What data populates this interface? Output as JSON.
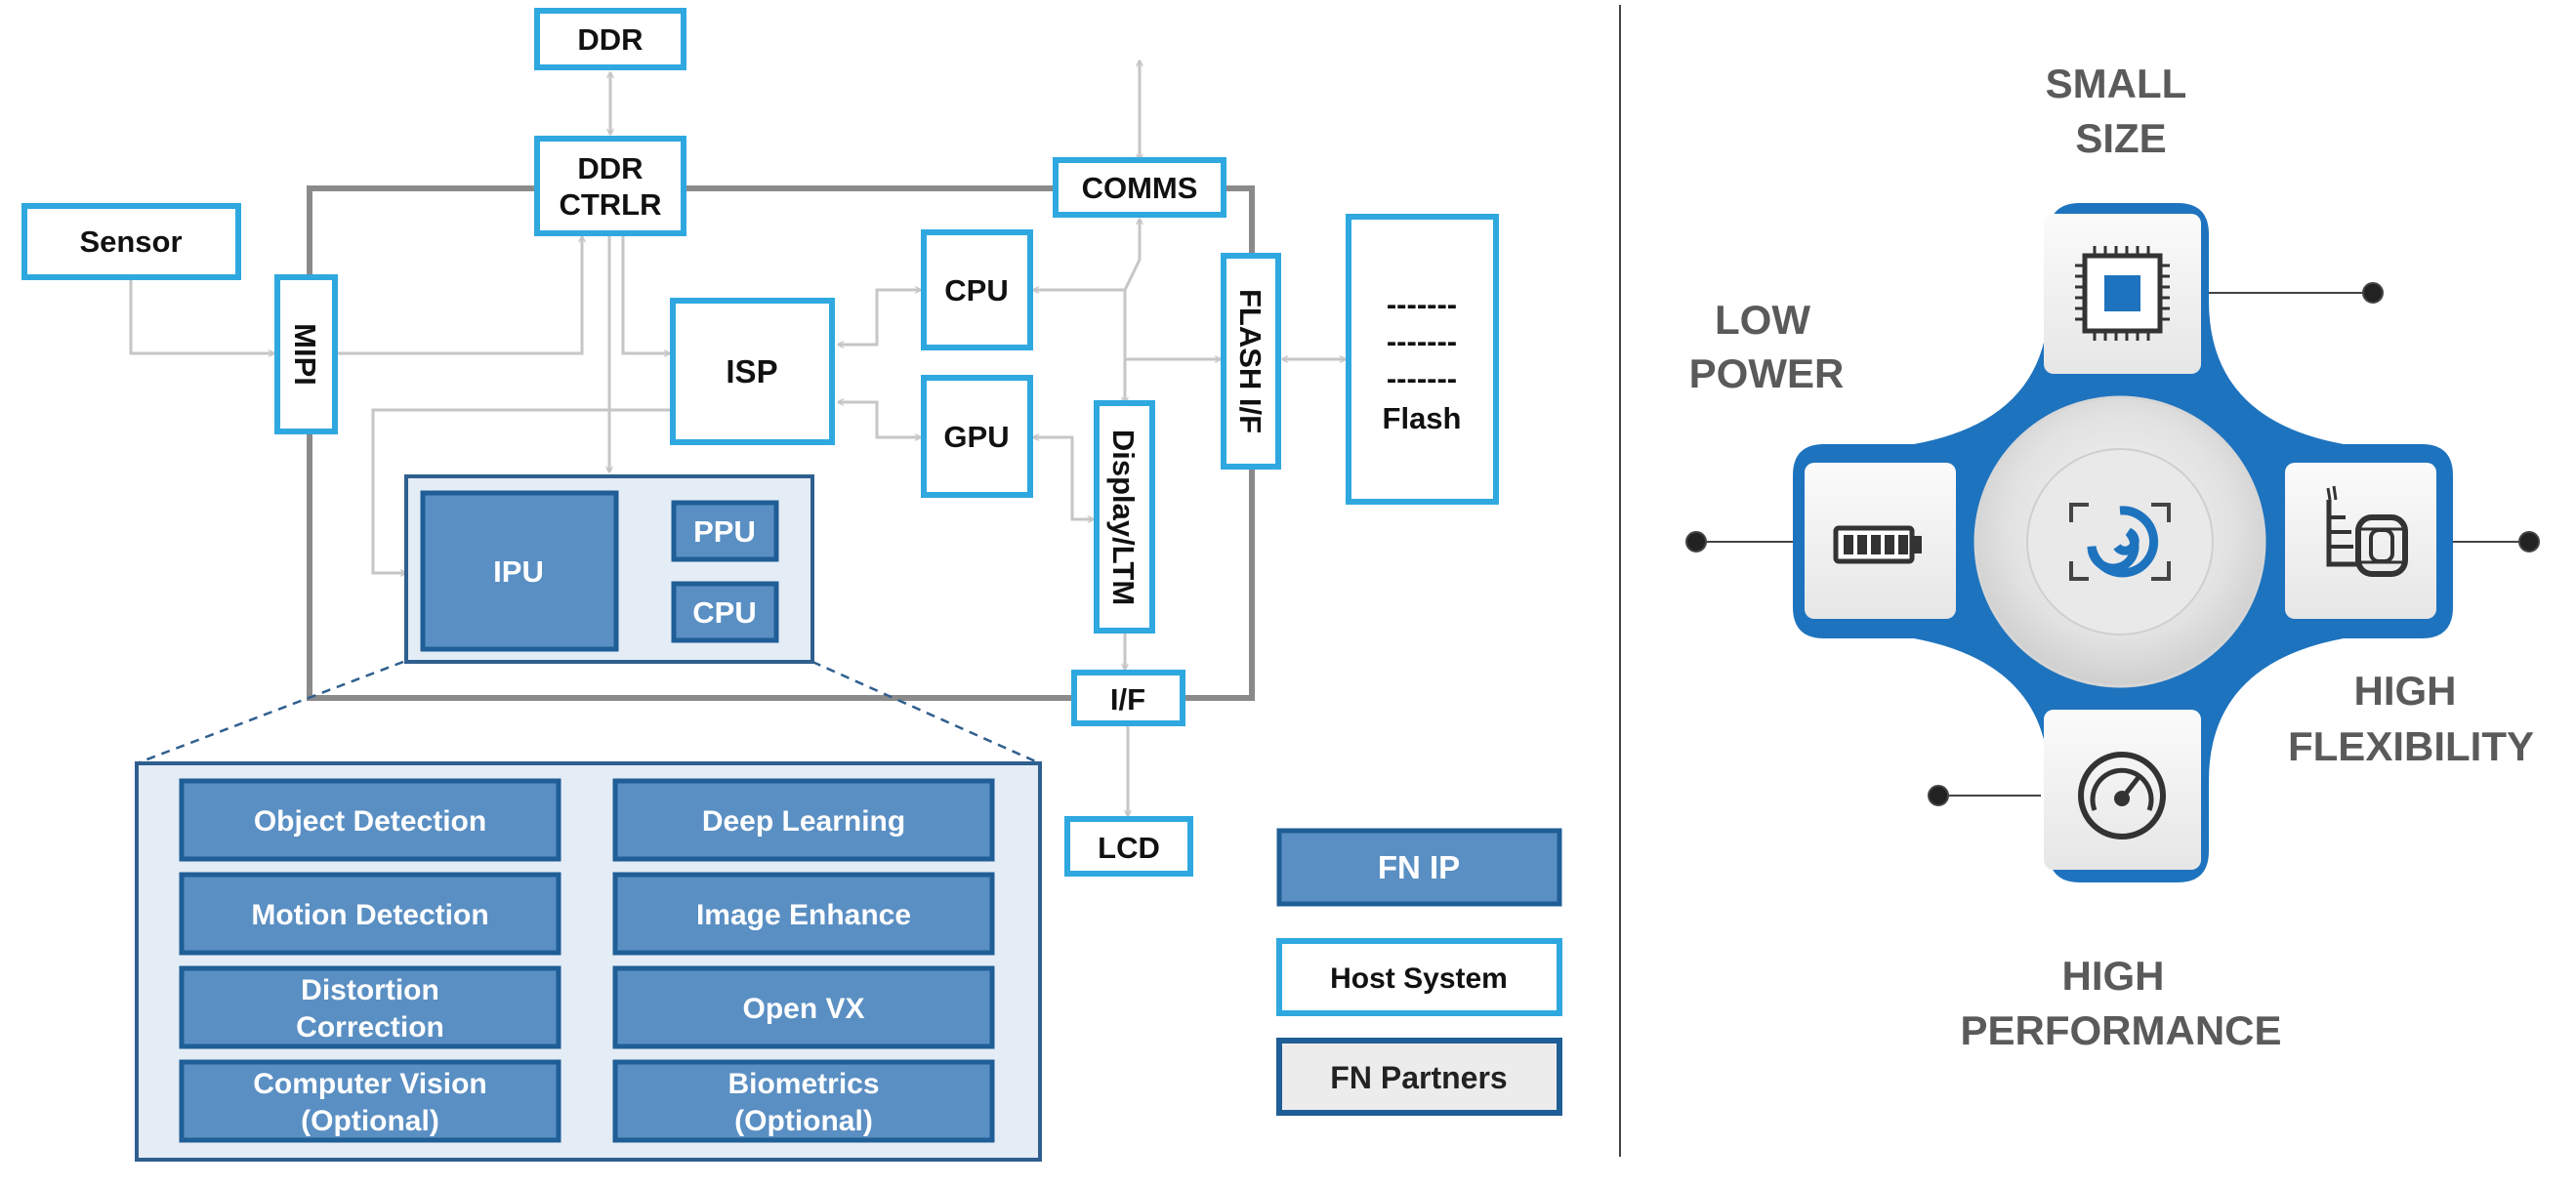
{
  "block_diagram": {
    "ddr": "DDR",
    "ddr_ctrlr": [
      "DDR",
      "CTRLR"
    ],
    "sensor": "Sensor",
    "mipi": "MIPI",
    "isp": "ISP",
    "cpu_host": "CPU",
    "gpu": "GPU",
    "comms": "COMMS",
    "flash_if": "FLASH I/F",
    "flash": [
      "-------",
      "-------",
      "-------",
      "Flash"
    ],
    "display_ltm": "Display/LTM",
    "if": "I/F",
    "lcd": "LCD",
    "ipu": "IPU",
    "ppu": "PPU",
    "cpu_ipu": "CPU"
  },
  "ipu_functions": [
    [
      "Object Detection"
    ],
    [
      "Deep Learning"
    ],
    [
      "Motion Detection"
    ],
    [
      "Image Enhance"
    ],
    [
      "Distortion",
      "Correction"
    ],
    [
      "Open VX"
    ],
    [
      "Computer Vision",
      "(Optional)"
    ],
    [
      "Biometrics",
      "(Optional)"
    ]
  ],
  "legend": {
    "fn_ip": "FN IP",
    "host_system": "Host System",
    "fn_partners": "FN Partners"
  },
  "features": {
    "small_size": [
      "SMALL",
      "SIZE"
    ],
    "low_power": [
      "LOW",
      "POWER"
    ],
    "high_flexibility": [
      "HIGH",
      "FLEXIBILITY"
    ],
    "high_performance": [
      "HIGH",
      "PERFORMANCE"
    ]
  },
  "icons": {
    "top": "chip-icon",
    "left": "battery-icon",
    "right": "tire-icon",
    "bottom": "gauge-icon",
    "center": "lens-logo-icon"
  },
  "colors": {
    "host_border": "#2fa8e0",
    "ip_fill": "#5a8fc3",
    "ip_border": "#1f5e96",
    "panel_fill": "#e4ecf5",
    "connector": "#c6c6c6",
    "frame": "#8a8a8a",
    "cross_blue": "#1e73be"
  }
}
